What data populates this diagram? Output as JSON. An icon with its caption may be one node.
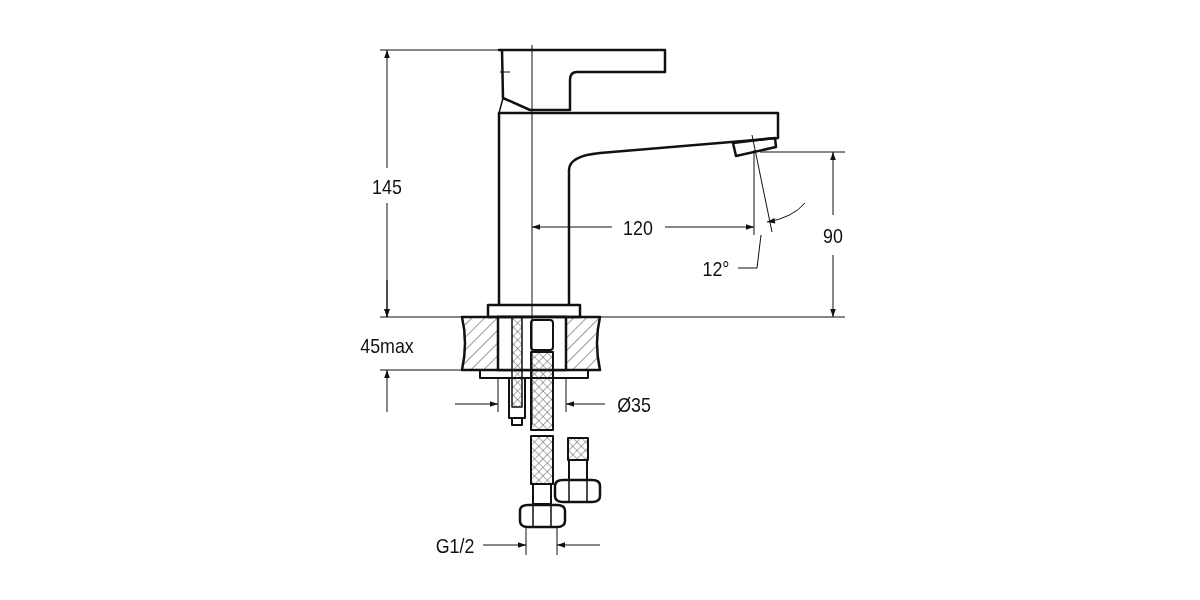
{
  "diagram": {
    "labels": [
      "145",
      "120",
      "90",
      "12°",
      "45max",
      "Ø35",
      "G1/2"
    ]
  }
}
